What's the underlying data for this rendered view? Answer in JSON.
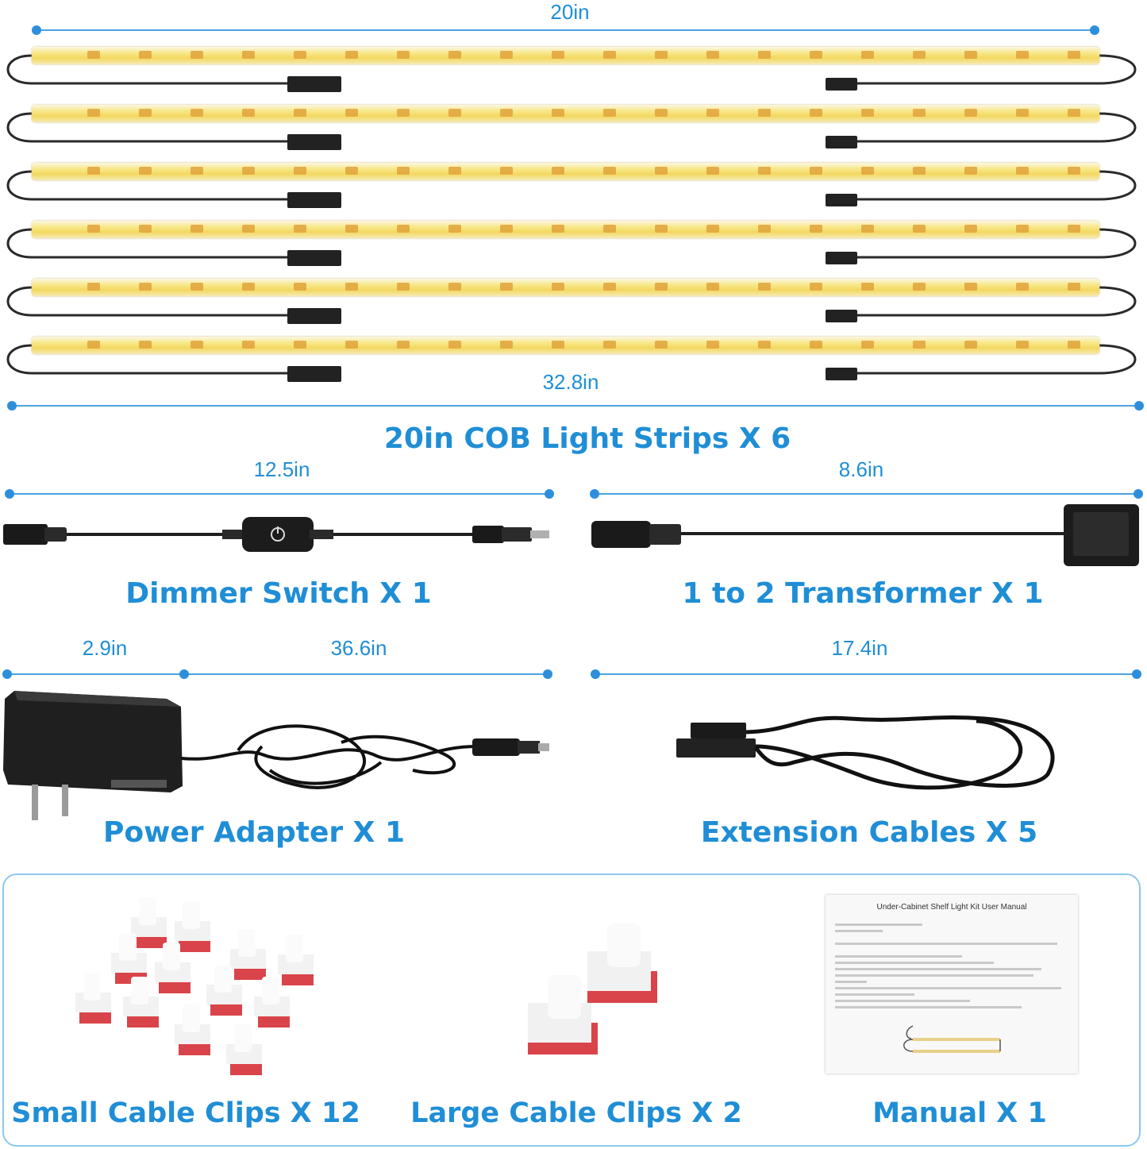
{
  "strips": {
    "top_length": "20in",
    "total_length": "32.8in",
    "title": "20in COB Light Strips X 6"
  },
  "dimmer": {
    "length": "12.5in",
    "title": "Dimmer Switch X 1"
  },
  "transformer": {
    "length": "8.6in",
    "title": "1 to 2 Transformer X 1"
  },
  "adapter": {
    "length_a": "2.9in",
    "length_b": "36.6in",
    "title": "Power Adapter X 1"
  },
  "extension": {
    "length": "17.4in",
    "title": "Extension Cables X 5"
  },
  "accessories": {
    "small_clips": "Small Cable Clips X 12",
    "large_clips": "Large Cable Clips X 2",
    "manual": "Manual X 1",
    "manual_heading": "Under-Cabinet Shelf Light Kit User Manual"
  },
  "colors": {
    "accent": "#1f8ed6",
    "strip": "#f6e27a"
  }
}
